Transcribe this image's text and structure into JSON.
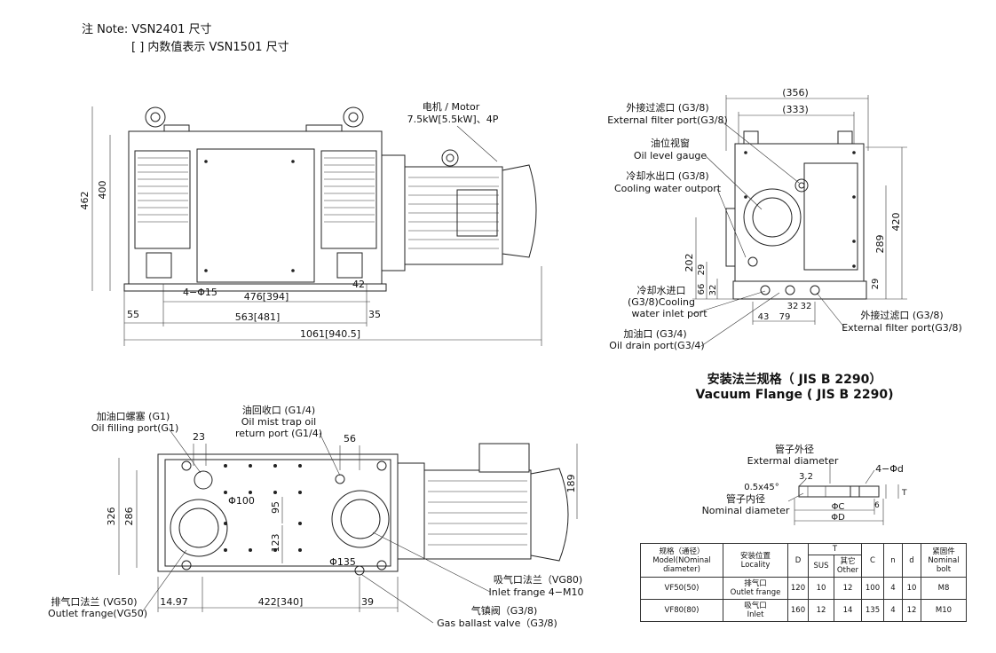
{
  "notes": {
    "line1": "注 Note: VSN2401 尺寸",
    "line2": "[ ] 内数值表示 VSN1501 尺寸"
  },
  "top_view": {
    "motor_cn": "电机 / Motor",
    "motor_spec": "7.5kW[5.5kW]、4P",
    "dim_462": "462",
    "dim_400": "400",
    "dim_4phi15": "4−Φ15",
    "dim_476": "476[394]",
    "dim_42": "42",
    "dim_55": "55",
    "dim_563": "563[481]",
    "dim_35": "35",
    "dim_1061": "1061[940.5]"
  },
  "side_view": {
    "dim_356": "(356)",
    "dim_333": "(333)",
    "ext_filter_cn": "外接过滤口 (G3/8)",
    "ext_filter_en": "External filter port(G3/8)",
    "oil_level_cn": "油位视窗",
    "oil_level_en": "Oil level gauge",
    "cool_out_cn": "冷却水出口 (G3/8)",
    "cool_out_en": "Cooling water outport",
    "dim_420": "420",
    "dim_289": "289",
    "dim_202": "202",
    "dim_29a": "29",
    "dim_66": "66",
    "dim_32a": "32",
    "dim_29b": "29",
    "cool_in_cn": "冷却水进口",
    "cool_in_en1": "(G3/8)Cooling",
    "cool_in_en2": "water inlet port",
    "dim_32b": "32",
    "dim_32c": "32",
    "dim_43": "43",
    "dim_79": "79",
    "ext_filter2_cn": "外接过滤口 (G3/8)",
    "ext_filter2_en": "External filter port(G3/8)",
    "drain_cn": "加油口 (G3/4)",
    "drain_en": "Oil drain port(G3/4)"
  },
  "flange_title": {
    "cn": "安装法兰规格（ JIS B 2290）",
    "en": "Vacuum Flange ( JIS B 2290)"
  },
  "bottom_view": {
    "fill_cn": "加油口螺塞 (G1)",
    "fill_en": "Oil filling port(G1)",
    "dim_23": "23",
    "mist_cn": "油回收口 (G1/4)",
    "mist_en1": "Oil mist trap oil",
    "mist_en2": "return port (G1/4)",
    "dim_56": "56",
    "dim_189": "189",
    "dim_phi100": "Φ100",
    "dim_326": "326",
    "dim_286": "286",
    "dim_95": "95",
    "dim_123": "123",
    "dim_phi135": "Φ135",
    "inlet_cn": "吸气口法兰（VG80)",
    "inlet_en": "Inlet frange 4−M10",
    "outlet_cn": "排气口法兰 (VG50)",
    "outlet_en": "Outlet frange(VG50)",
    "dim_1497": "14.97",
    "dim_422": "422[340]",
    "dim_39": "39",
    "gas_cn": "气镇阀（G3/8)",
    "gas_en": "Gas ballast valve（G3/8)"
  },
  "flange_drawing": {
    "ext_dia_cn": "管子外径",
    "ext_dia_en": "Extermal diameter",
    "dim_4phid": "4−Φd",
    "dim_32": "3.2",
    "dim_chamfer": "0.5x45°",
    "nom_dia_cn": "管子内径",
    "nom_dia_en": "Nominal diameter",
    "dim_phic": "ΦC",
    "dim_phid": "ΦD",
    "dim_t": "T",
    "dim_6": "6"
  },
  "spec_table": {
    "h_model_cn": "规格（通径）",
    "h_model_en1": "Model(NOminal",
    "h_model_en2": "diameter)",
    "h_loc_cn": "安装位置",
    "h_loc_en": "Locality",
    "h_d": "D",
    "h_t": "T",
    "h_sus": "SUS",
    "h_other_cn": "其它",
    "h_other_en": "Other",
    "h_c": "C",
    "h_n": "n",
    "h_dd": "d",
    "h_bolt_cn": "紧固件",
    "h_bolt_en1": "Nominal",
    "h_bolt_en2": "bolt",
    "rows": [
      {
        "model": "VF50(50)",
        "loc_cn": "排气口",
        "loc_en": "Outlet frange",
        "D": "120",
        "sus": "10",
        "other": "12",
        "C": "100",
        "n": "4",
        "d": "10",
        "bolt": "M8"
      },
      {
        "model": "VF80(80)",
        "loc_cn": "吸气口",
        "loc_en": "Inlet",
        "D": "160",
        "sus": "12",
        "other": "14",
        "C": "135",
        "n": "4",
        "d": "12",
        "bolt": "M10"
      }
    ]
  }
}
